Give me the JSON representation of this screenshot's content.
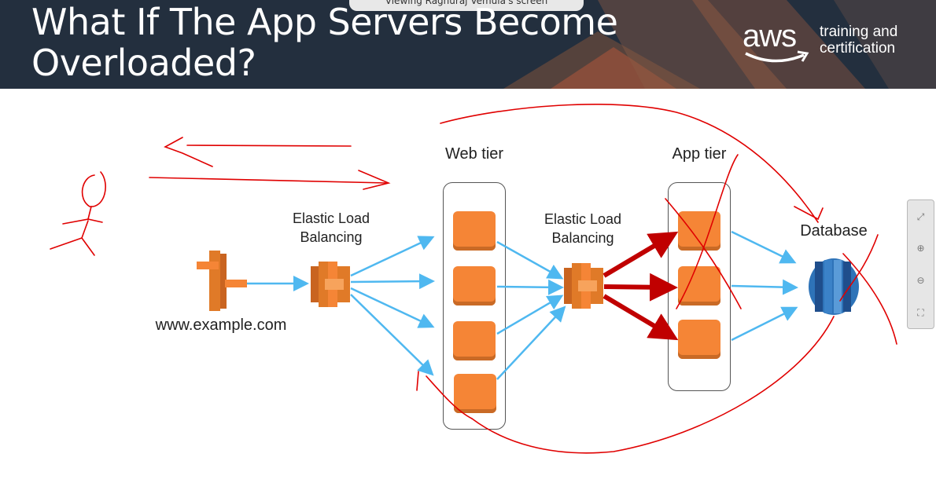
{
  "slide": {
    "title_line1": "What If The App Servers Become",
    "title_line2": "Overloaded?",
    "screen_share_banner": "Viewing Raghuraj Vemula's screen"
  },
  "brand": {
    "logo_word": "aws",
    "tagline_line1": "training and",
    "tagline_line2": "certification"
  },
  "diagram": {
    "client_label": "www.example.com",
    "elb1_label_line1": "Elastic Load",
    "elb1_label_line2": "Balancing",
    "web_tier_label": "Web tier",
    "elb2_label_line1": "Elastic Load",
    "elb2_label_line2": "Balancing",
    "app_tier_label": "App tier",
    "database_label": "Database",
    "web_servers": 4,
    "app_servers": 3
  },
  "zoom_panel": {
    "buttons": [
      "expand-icon",
      "zoom-in-icon",
      "zoom-out-icon",
      "fit-icon"
    ]
  },
  "colors": {
    "header_bg": "#232f3e",
    "server_orange": "#f58536",
    "arrow_blue": "#4fb8f0",
    "overload_red": "#c00000",
    "annotation_red": "#e00000",
    "database_blue": "#2e73b8"
  }
}
